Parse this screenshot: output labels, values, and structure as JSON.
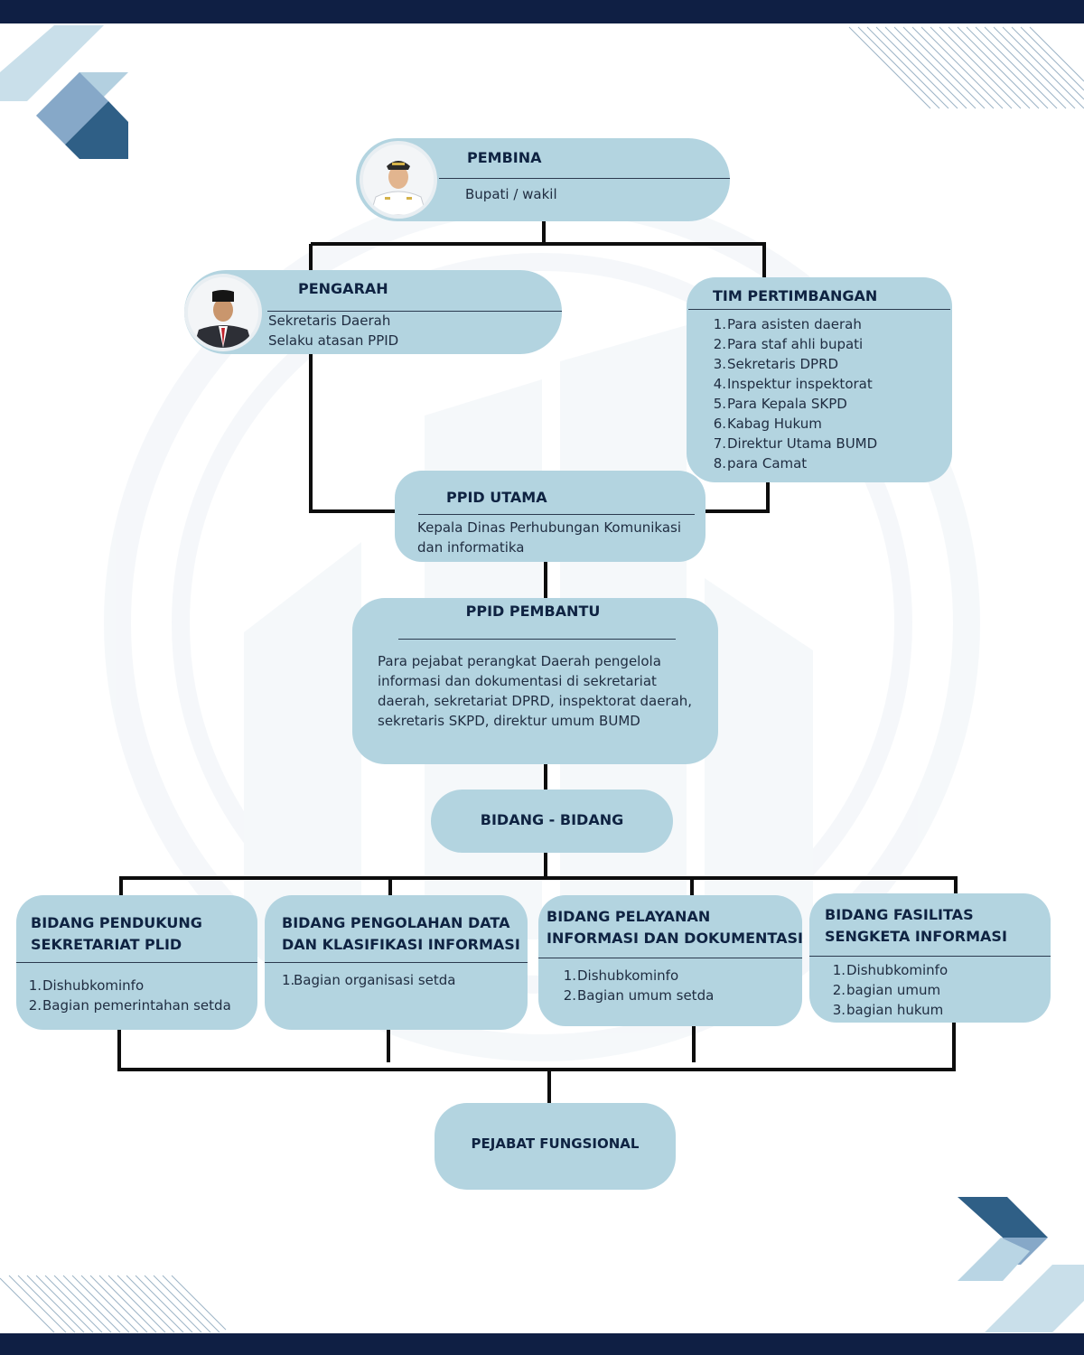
{
  "pembina": {
    "title": "PEMBINA",
    "desc": "Bupati / wakil"
  },
  "pengarah": {
    "title": "PENGARAH",
    "line1": "Sekretaris Daerah",
    "line2": "Selaku atasan PPID"
  },
  "tim": {
    "title": "TIM PERTIMBANGAN",
    "items": [
      "Para asisten daerah",
      "Para staf ahli bupati",
      "Sekretaris DPRD",
      "Inspektur inspektorat",
      "Para Kepala SKPD",
      "Kabag Hukum",
      "Direktur Utama BUMD",
      "para Camat"
    ]
  },
  "ppid_utama": {
    "title": "PPID UTAMA",
    "line1": "Kepala Dinas Perhubungan Komunikasi",
    "line2": "dan informatika"
  },
  "ppid_pembantu": {
    "title": "PPID PEMBANTU",
    "desc": "Para pejabat perangkat Daerah pengelola informasi dan dokumentasi di sekretariat daerah, sekretariat DPRD, inspektorat daerah, sekretaris SKPD, direktur umum BUMD"
  },
  "bidang": {
    "title": "BIDANG - BIDANG"
  },
  "bidang1": {
    "title1": "BIDANG PENDUKUNG",
    "title2": "SEKRETARIAT PLID",
    "items": [
      "Dishubkominfo",
      "Bagian pemerintahan  setda"
    ]
  },
  "bidang2": {
    "title1": "BIDANG PENGOLAHAN DATA",
    "title2": "DAN KLASIFIKASI INFORMASI",
    "items": [
      "Bagian organisasi setda"
    ]
  },
  "bidang3": {
    "title1": "BIDANG PELAYANAN",
    "title2": "INFORMASI DAN DOKUMENTASI",
    "items": [
      "Dishubkominfo",
      "Bagian umum setda"
    ]
  },
  "bidang4": {
    "title1": "BIDANG FASILITAS",
    "title2": "SENGKETA INFORMASI",
    "items": [
      "Dishubkominfo",
      "bagian umum",
      "bagian hukum"
    ]
  },
  "fungsional": {
    "title": "PEJABAT FUNGSIONAL"
  },
  "colors": {
    "navy": "#0f1f44",
    "node": "#b3d4e0",
    "accent_dark": "#2f5f86",
    "accent_mid": "#86a8c8",
    "accent_light": "#b9d5e4"
  }
}
